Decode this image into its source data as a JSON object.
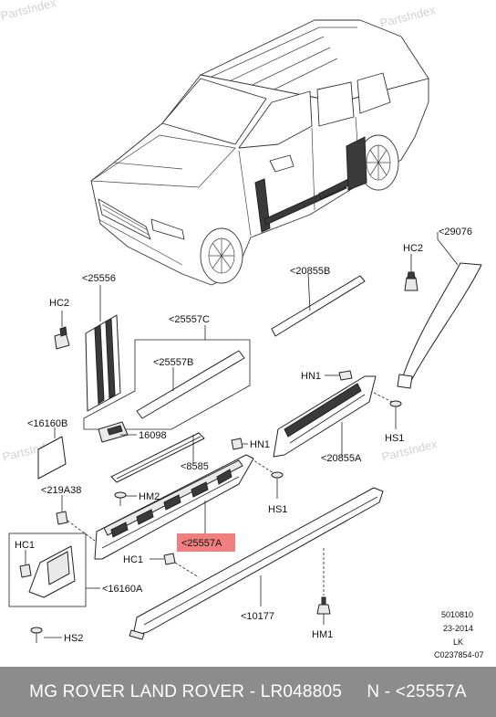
{
  "diagram": {
    "watermark": "PartsIndex",
    "labels": {
      "p29076": "<29076",
      "hc2_top": "HC2",
      "p25556": "<25556",
      "hc2_left": "HC2",
      "p20855b": "<20855B",
      "p25557c": "<25557C",
      "p25557b": "<25557B",
      "hn1_top": "HN1",
      "hs1_top": "HS1",
      "p16160b": "<16160B",
      "p16098": "16098",
      "hn1_mid": "HN1",
      "p20855a": "<20855A",
      "p8585": "<8585",
      "p219a38": "<219A38",
      "hm2": "HM2",
      "hs1_mid": "HS1",
      "hc1_left": "HC1",
      "p25557a": "<25557A",
      "hc1_mid": "HC1",
      "p16160a": "<16160A",
      "p10177": "<10177",
      "hm1": "HM1",
      "hs2": "HS2"
    },
    "stamp": {
      "line1": "5010810",
      "line2": "23-2014",
      "line3": "LK",
      "line4": "C0237854-07"
    },
    "highlight_color": "#f08080"
  },
  "footer": {
    "text": "MG ROVER LAND ROVER - LR048805     N - <25557A"
  }
}
